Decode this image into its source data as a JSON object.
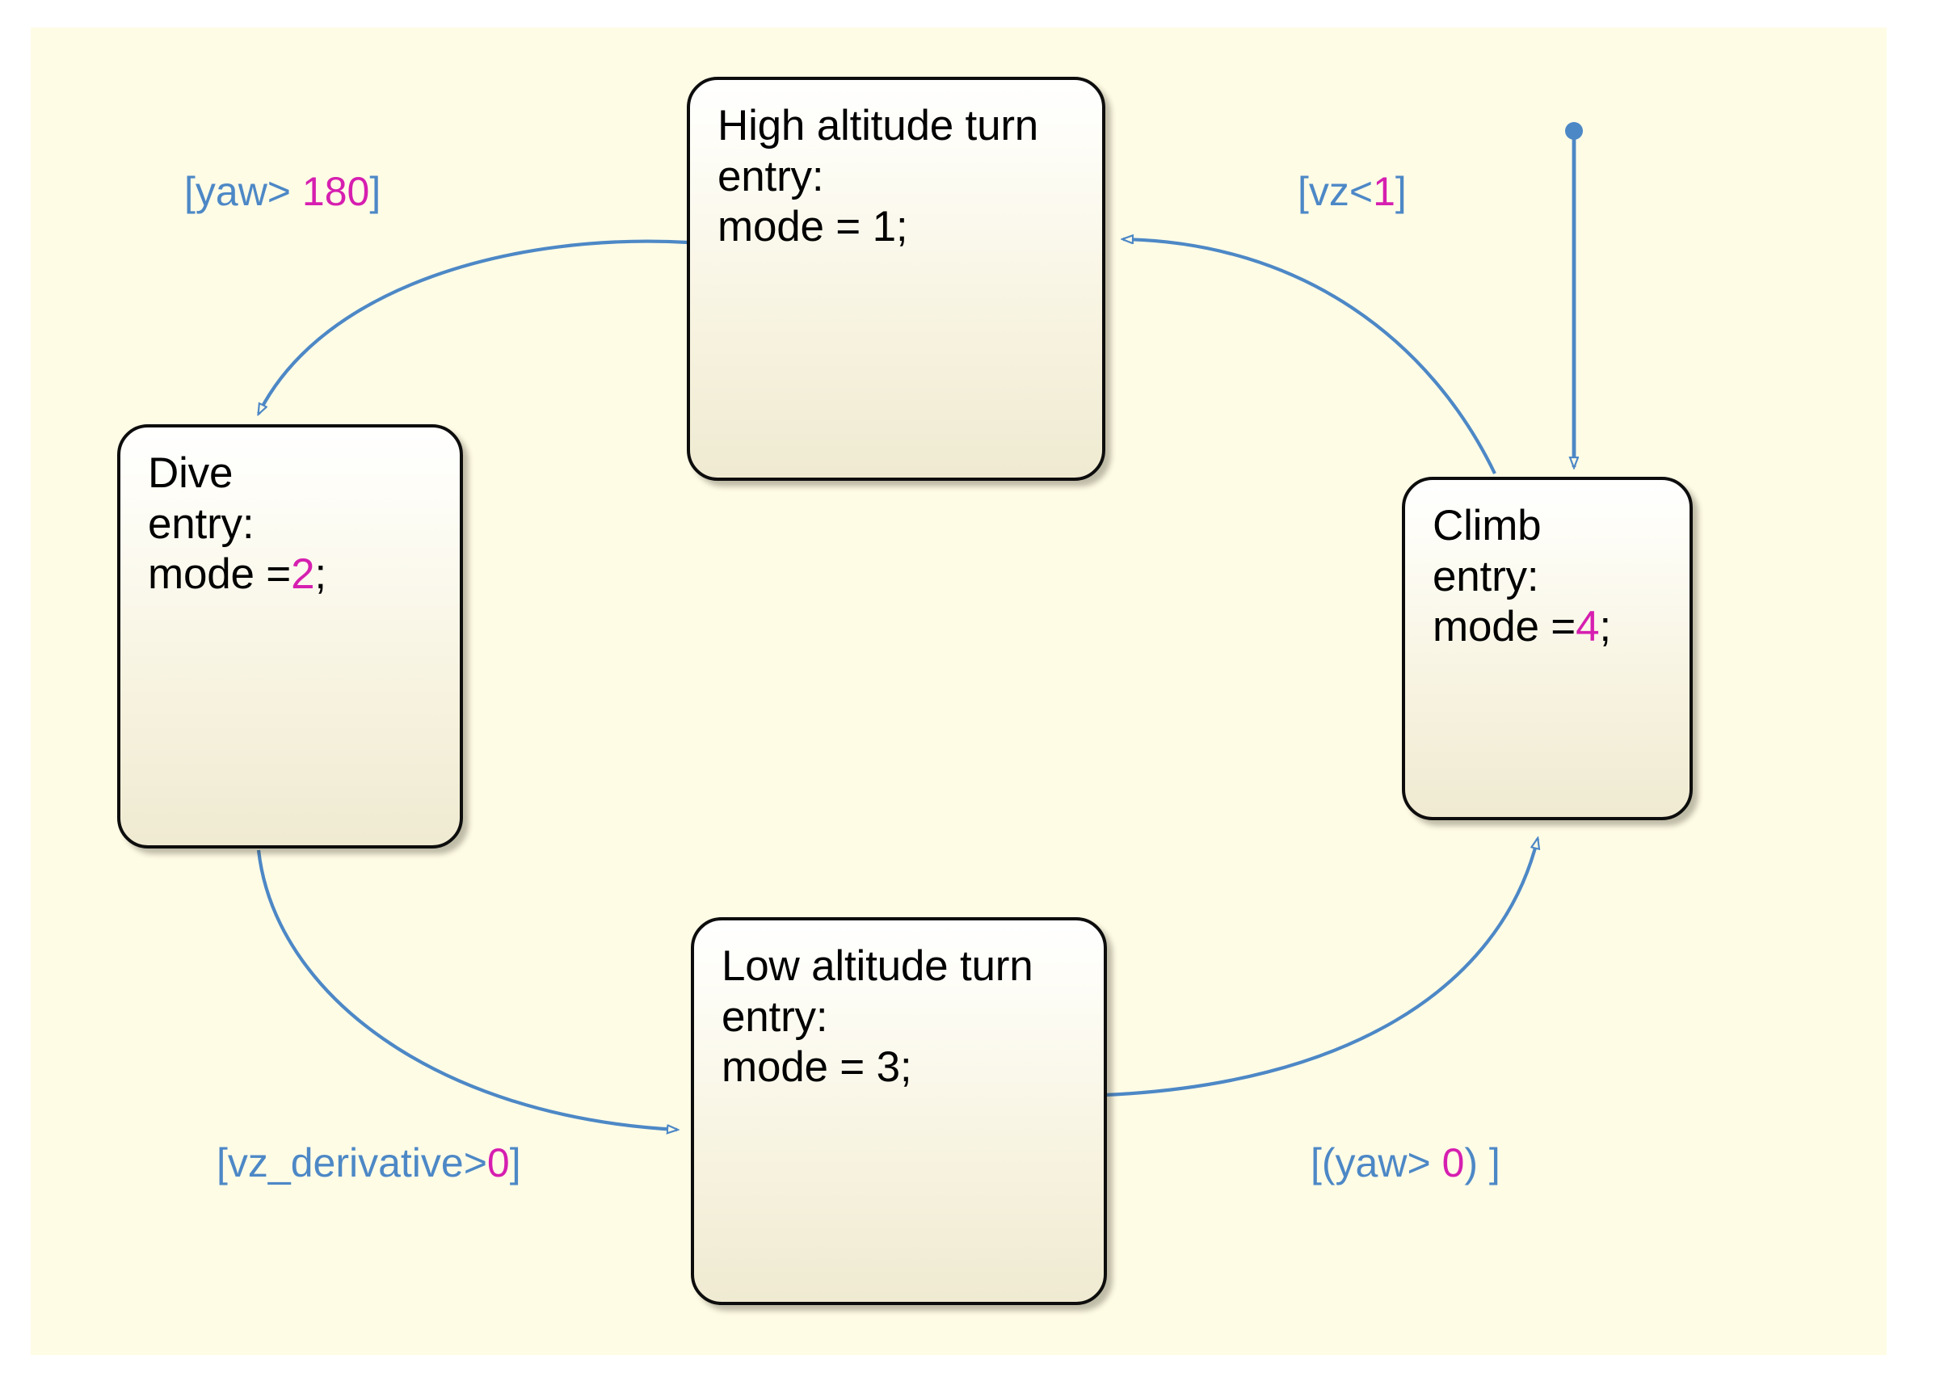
{
  "canvas": {
    "background_color": "#fffce6",
    "page_background_color": "#ffffff"
  },
  "colors": {
    "state_border": "#0d0d0d",
    "state_fill_top": "#ffffff",
    "state_fill_bottom": "#efead1",
    "transition_line": "#4d88c6",
    "condition_text": "#4d88c6",
    "literal_number": "#d61fb0",
    "state_text": "#000000"
  },
  "diagram": {
    "type": "stateflow-state-diagram",
    "states": [
      {
        "id": "high-altitude-turn",
        "name": "High altitude turn",
        "action_label": "entry:",
        "action_prefix": "mode = ",
        "action_value": "1",
        "action_suffix": ";",
        "value_colored": false
      },
      {
        "id": "dive",
        "name": "Dive",
        "action_label": "entry:",
        "action_prefix": "mode =",
        "action_value": "2",
        "action_suffix": ";",
        "value_colored": true
      },
      {
        "id": "climb",
        "name": "Climb",
        "action_label": "entry:",
        "action_prefix": "mode =",
        "action_value": "4",
        "action_suffix": ";",
        "value_colored": true
      },
      {
        "id": "low-altitude-turn",
        "name": "Low altitude turn",
        "action_label": "entry:",
        "action_prefix": "mode = ",
        "action_value": "3",
        "action_suffix": ";",
        "value_colored": false
      }
    ],
    "transitions": [
      {
        "id": "high-to-dive",
        "from": "high-altitude-turn",
        "to": "dive",
        "condition_prefix": "[yaw> ",
        "condition_value": "180",
        "condition_suffix": "]"
      },
      {
        "id": "climb-to-high",
        "from": "climb",
        "to": "high-altitude-turn",
        "condition_prefix": "[vz<",
        "condition_value": "1",
        "condition_suffix": "]"
      },
      {
        "id": "dive-to-low",
        "from": "dive",
        "to": "low-altitude-turn",
        "condition_prefix": "[vz_derivative>",
        "condition_value": "0",
        "condition_suffix": "]"
      },
      {
        "id": "low-to-climb",
        "from": "low-altitude-turn",
        "to": "climb",
        "condition_prefix": "[(yaw> ",
        "condition_value": "0",
        "condition_suffix": ") ]"
      }
    ],
    "default_transition": {
      "id": "default-transition-climb",
      "to": "climb",
      "label": ""
    }
  }
}
